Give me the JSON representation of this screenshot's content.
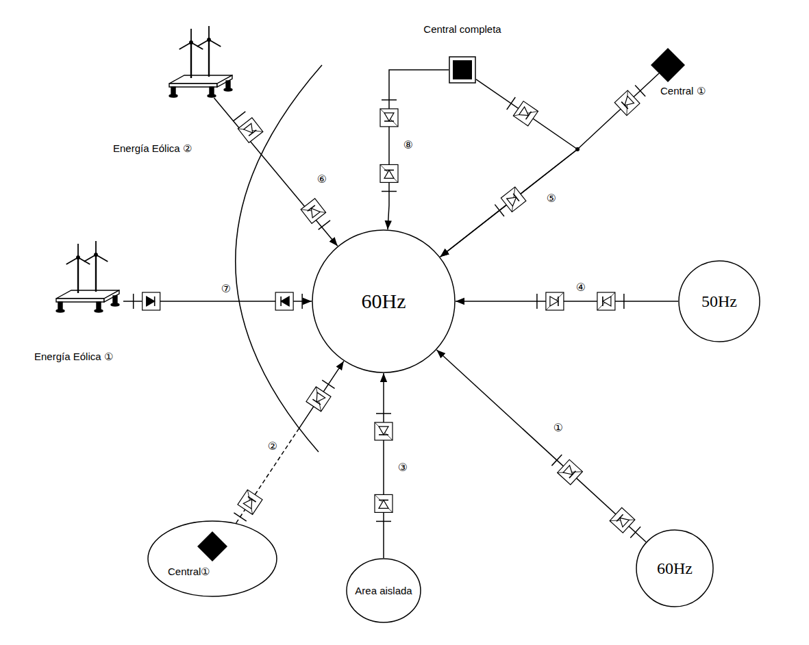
{
  "diagram": {
    "nodes": [
      {
        "text": [
          "Central completa"
        ]
      },
      {
        "text": [
          "Central ①"
        ]
      },
      {
        "text": [
          "Energía Eólica ②"
        ]
      },
      {
        "text": [
          "60Hz"
        ]
      },
      {
        "text": [
          "Energía Eólica ①"
        ]
      },
      {
        "text": [
          "50Hz"
        ]
      },
      {
        "text": [
          "Central①"
        ]
      },
      {
        "text": [
          "Area aislada"
        ]
      },
      {
        "text": [
          "60Hz"
        ]
      }
    ],
    "edges": [
      {
        "from": 0,
        "to": 3,
        "arrow": "to"
      },
      {
        "from": 0,
        "to": 3,
        "arrow": "to"
      },
      {
        "from": 1,
        "to": 3,
        "arrow": "to"
      },
      {
        "from": 2,
        "to": 3,
        "arrow": "to"
      },
      {
        "from": 4,
        "to": 3,
        "arrow": "to"
      },
      {
        "from": 5,
        "to": 3,
        "arrow": "to"
      },
      {
        "from": 6,
        "to": 3,
        "arrow": "to"
      },
      {
        "from": 7,
        "to": 3,
        "arrow": "to"
      },
      {
        "from": 8,
        "to": 3,
        "arrow": "to"
      }
    ],
    "labels": [
      "⑧",
      "⑥",
      "⑤",
      "⑦",
      "④",
      "①",
      "②",
      "③"
    ]
  }
}
